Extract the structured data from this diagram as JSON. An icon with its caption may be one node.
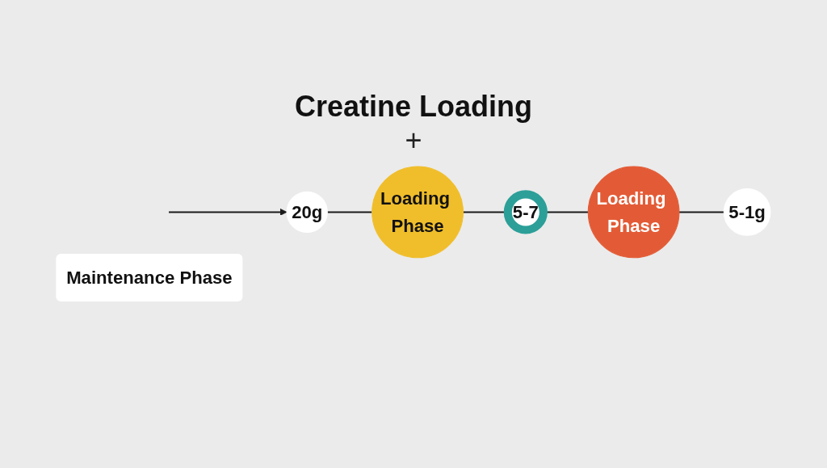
{
  "diagram": {
    "title": "Creatine Loading",
    "nodes": [
      {
        "text": [
          "20g"
        ]
      },
      {
        "text": [
          "Loading Phase"
        ]
      },
      {
        "text": [
          "5-7"
        ]
      },
      {
        "text": [
          "Loading Phase"
        ]
      },
      {
        "text": [
          "5-1g"
        ]
      },
      {
        "text": [
          "Maintenance Phase"
        ]
      }
    ],
    "edges": [
      {
        "from": null,
        "to": 0,
        "arrow": "to"
      },
      {
        "from": 0,
        "to": 1,
        "arrow": "none"
      },
      {
        "from": 1,
        "to": 2,
        "arrow": "none"
      },
      {
        "from": 2,
        "to": 3,
        "arrow": "none"
      },
      {
        "from": 3,
        "to": 4,
        "arrow": "none"
      }
    ],
    "labels": [
      "+"
    ]
  }
}
